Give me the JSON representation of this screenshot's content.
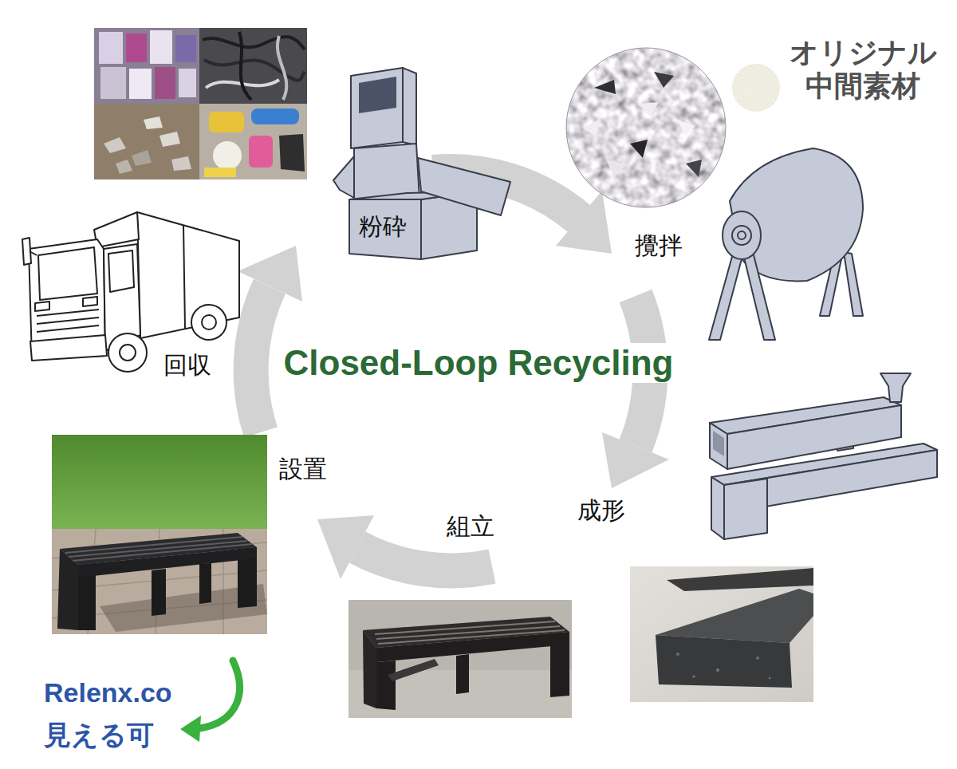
{
  "diagram": {
    "title": "Closed-Loop Recycling",
    "labels": [
      "回収",
      "粉砕",
      "攪拌",
      "成形",
      "組立",
      "設置",
      "オリジナル 中間素材",
      "Relenx.co 見える可"
    ]
  }
}
